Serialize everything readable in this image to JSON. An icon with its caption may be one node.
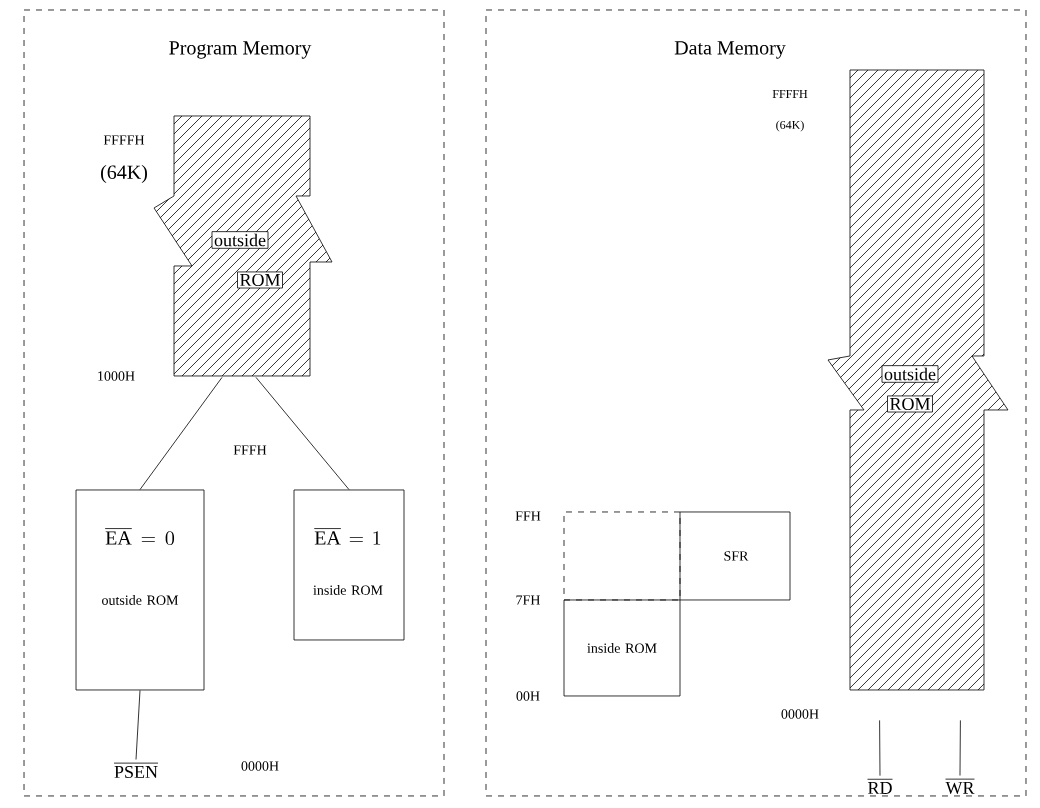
{
  "diagram": {
    "nodes": [
      {
        "text": [
          "Program Memory"
        ]
      },
      {
        "text": [
          "outside",
          "ROM"
        ],
        "in": 0
      },
      {
        "text": [
          "\\overline{\\mathrm{EA}}=0",
          "outside ROM"
        ],
        "in": 0
      },
      {
        "text": [
          "\\overline{\\mathrm{EA}}=1",
          "inside ROM"
        ],
        "in": 0
      },
      {
        "text": [
          "\\overline{\\mathrm{PSEN}}"
        ],
        "in": 0
      },
      {
        "text": [
          "Data Memory"
        ]
      },
      {
        "text": [
          "outside",
          "ROM"
        ],
        "in": 5
      },
      {
        "text": [],
        "shape": "box",
        "in": 5
      },
      {
        "text": [
          "SFR"
        ],
        "in": 5
      },
      {
        "text": [
          "inside ROM"
        ],
        "in": 5
      },
      {
        "text": [
          "\\overline{\\mathrm{RD}}"
        ],
        "in": 5
      },
      {
        "text": [
          "\\overline{\\mathrm{WR}}"
        ],
        "in": 5
      }
    ],
    "edges": [
      {
        "from": 1,
        "to": 2,
        "arrow": "none"
      },
      {
        "from": 1,
        "to": 3,
        "arrow": "none"
      },
      {
        "from": 2,
        "to": 4,
        "arrow": "none"
      },
      {
        "from": 6,
        "to": 10,
        "arrow": "none"
      },
      {
        "from": 6,
        "to": 11,
        "arrow": "none"
      }
    ],
    "labels": [
      "FFFFH",
      "(64K)",
      "1000H",
      "FFFH",
      "0000H",
      "FFFFH",
      "(64K)",
      "FFH",
      "7FH",
      "00H",
      "0000H"
    ]
  }
}
